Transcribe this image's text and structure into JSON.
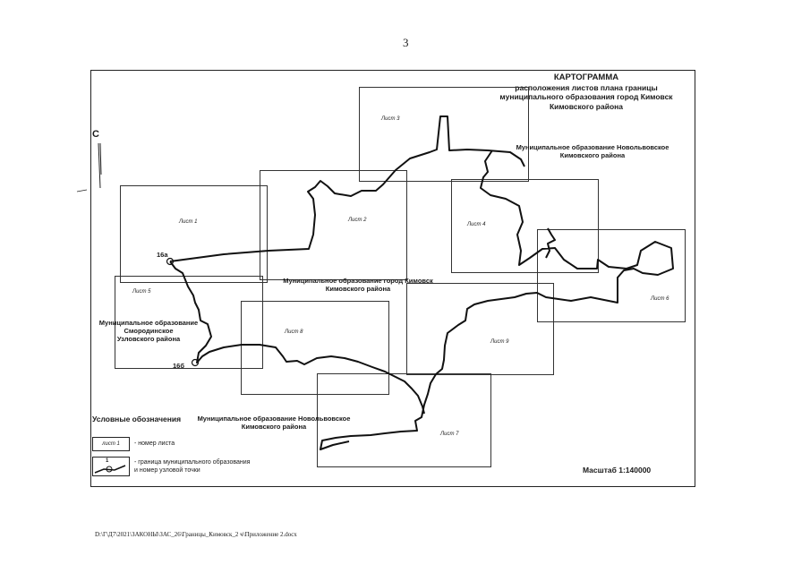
{
  "page_number": "3",
  "title": {
    "line1": "КАРТОГРАММА",
    "line2": "расположения листов плана границы",
    "line3": "муниципального образования город Кимовск",
    "line4": "Кимовского района"
  },
  "north_label": "С",
  "sheets": [
    {
      "label": "Лист 1"
    },
    {
      "label": "Лист 2"
    },
    {
      "label": "Лист 3"
    },
    {
      "label": "Лист 4"
    },
    {
      "label": "Лист 5"
    },
    {
      "label": "Лист 6"
    },
    {
      "label": "Лист 7"
    },
    {
      "label": "Лист 8"
    },
    {
      "label": "Лист 9"
    }
  ],
  "areas": {
    "novolvovskoe_ne": [
      "Муниципальное образование Новольвовское",
      "Кимовского района"
    ],
    "kimovsk": [
      "Муниципальное образование город Кимовск",
      "Кимовского района"
    ],
    "smorodinskoe": [
      "Муниципальное образование",
      "Смородинское",
      "Узловского района"
    ],
    "novolvovskoe_s": [
      "Муниципальное образование Новольвовское",
      "Кимовского района"
    ]
  },
  "nodes": {
    "n16a": "16а",
    "n16b": "16б"
  },
  "legend": {
    "title": "Условные обозначения",
    "sheet_sample": "лист 1",
    "sheet_desc": "- номер листа",
    "boundary_desc_1": "- граница муниципального образования",
    "boundary_desc_2": "и номер узловой точки",
    "boundary_sample_num": "1"
  },
  "scale": "Масштаб 1:140000",
  "footer": "D:\\Г\\Д7\\2021\\ЗАКОНЫ\\ЗАС_26\\Границы_Кимовск_2 ч\\Приложение 2.docx"
}
